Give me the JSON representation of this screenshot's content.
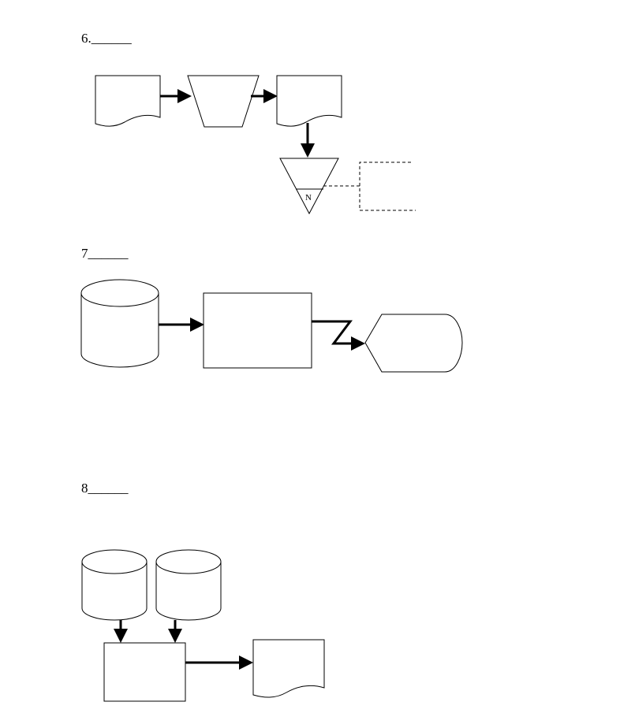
{
  "questions": [
    {
      "number_label": "6.______"
    },
    {
      "number_label": "7______"
    },
    {
      "number_label": "8______"
    }
  ],
  "diagram6": {
    "offline_storage_marker": "N"
  }
}
